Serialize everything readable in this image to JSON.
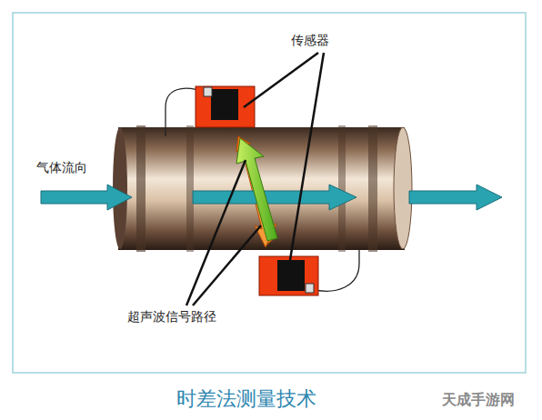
{
  "diagram": {
    "caption": "时差法测量技术",
    "labels": [
      "传感器",
      "气体流向",
      "超声波信号路径",
      "天成手游网"
    ]
  }
}
